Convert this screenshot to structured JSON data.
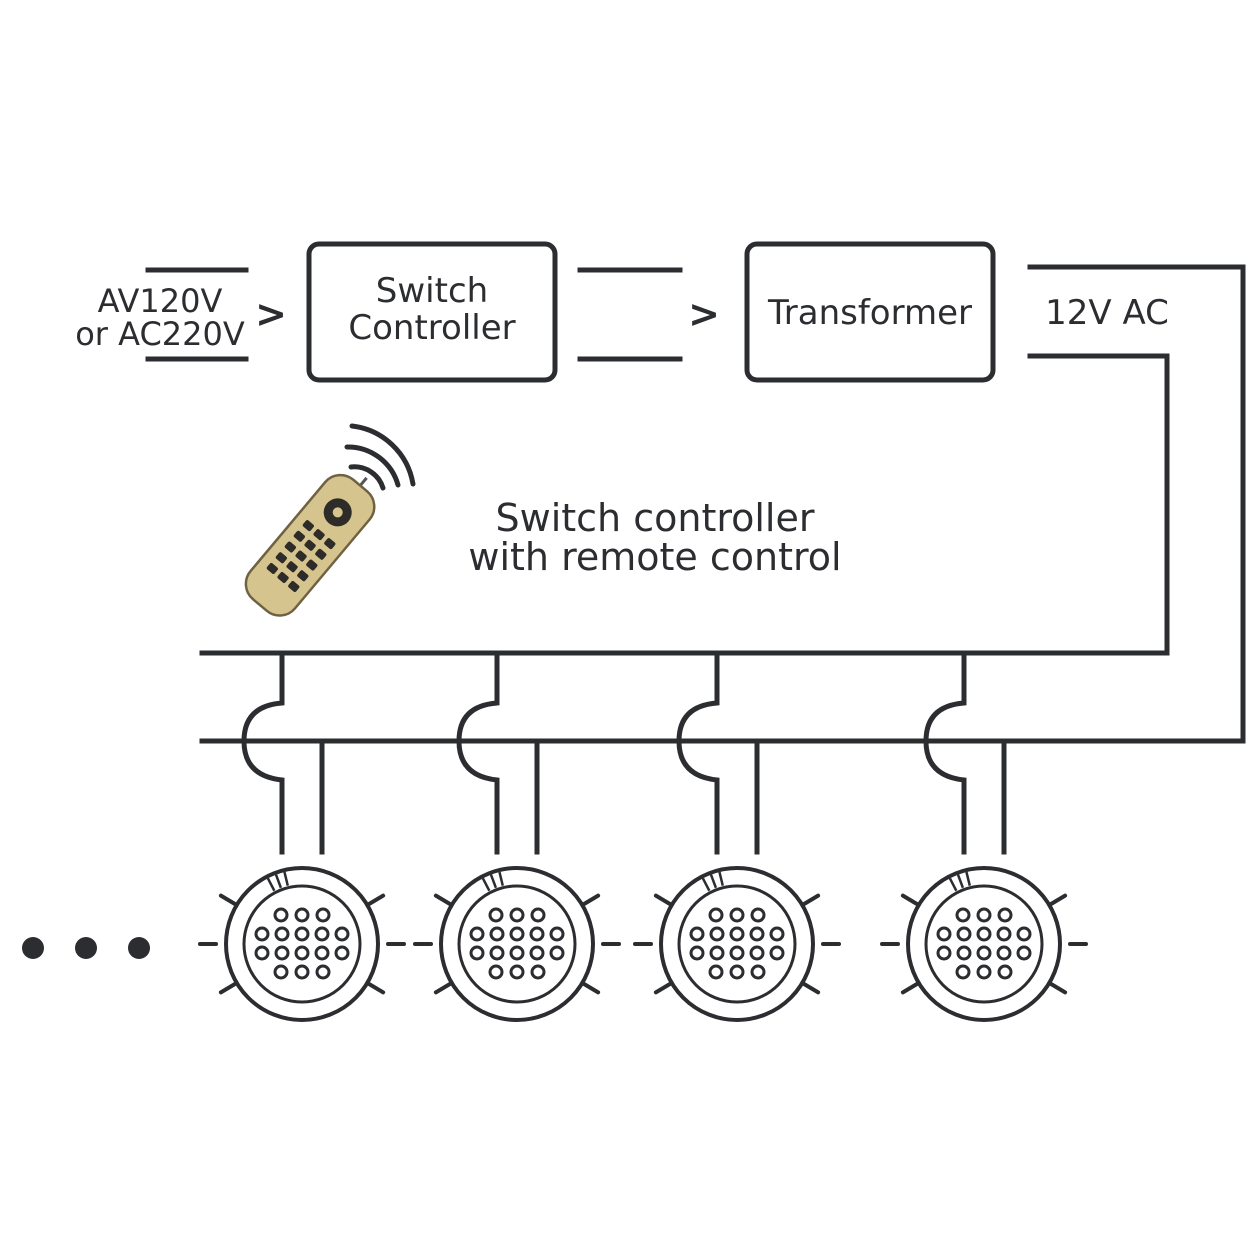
{
  "input": {
    "line1": "AV120V",
    "line2": "or AC220V"
  },
  "switch_box": {
    "line1": "Switch",
    "line2": "Controller"
  },
  "transformer_box": {
    "label": "Transformer"
  },
  "output": {
    "label": "12V AC"
  },
  "caption": {
    "line1": "Switch controller",
    "line2": "with remote control"
  },
  "arrow_glyph": ">",
  "icons": {
    "remote": "remote-control-icon",
    "signal": "wireless-signal-icon",
    "light": "led-light-icon",
    "more": "ellipsis-icon"
  },
  "colors": {
    "line": "#2b2d30",
    "remote_body": "#d6c48e",
    "remote_button": "#2e2c28"
  },
  "lights_count_visible": 4
}
